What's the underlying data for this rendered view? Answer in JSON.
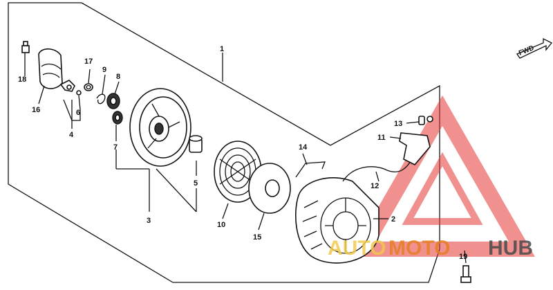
{
  "direction_label": "FWD",
  "callouts": [
    "1",
    "2",
    "3",
    "4",
    "5",
    "6",
    "7",
    "8",
    "9",
    "10",
    "11",
    "12",
    "13",
    "14",
    "15",
    "16",
    "17",
    "18",
    "19"
  ],
  "watermark": {
    "part1": "AUTO",
    "part2": "MOTO",
    "part3": "HUB",
    "colors": {
      "auto": "#f2c94c",
      "moto": "#e67e22",
      "hub": "#4a4a4a",
      "triangle": "#e53935"
    }
  }
}
